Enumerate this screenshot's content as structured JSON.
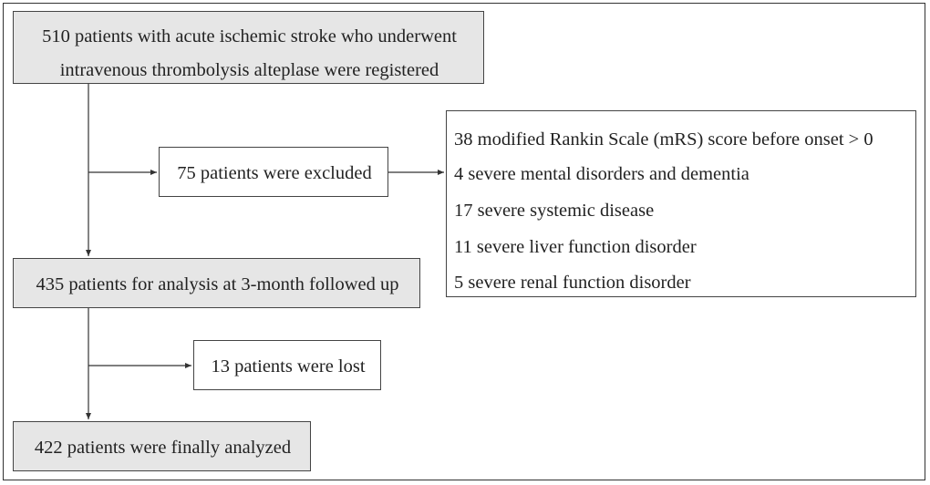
{
  "boxes": {
    "registered": {
      "line1": "510  patients with acute ischemic stroke who underwent",
      "line2": "intravenous thrombolysis alteplase were registered"
    },
    "excluded": "75 patients were excluded",
    "exclusion_reasons": [
      "38 modified Rankin Scale (mRS) score before onset > 0",
      "4 severe mental disorders and dementia",
      "17 severe systemic disease",
      "11 severe liver function disorder",
      "5 severe renal function disorder"
    ],
    "analysis": "435 patients for analysis at 3-month followed up",
    "lost": "13 patients were lost",
    "final": "422 patients were finally analyzed"
  }
}
